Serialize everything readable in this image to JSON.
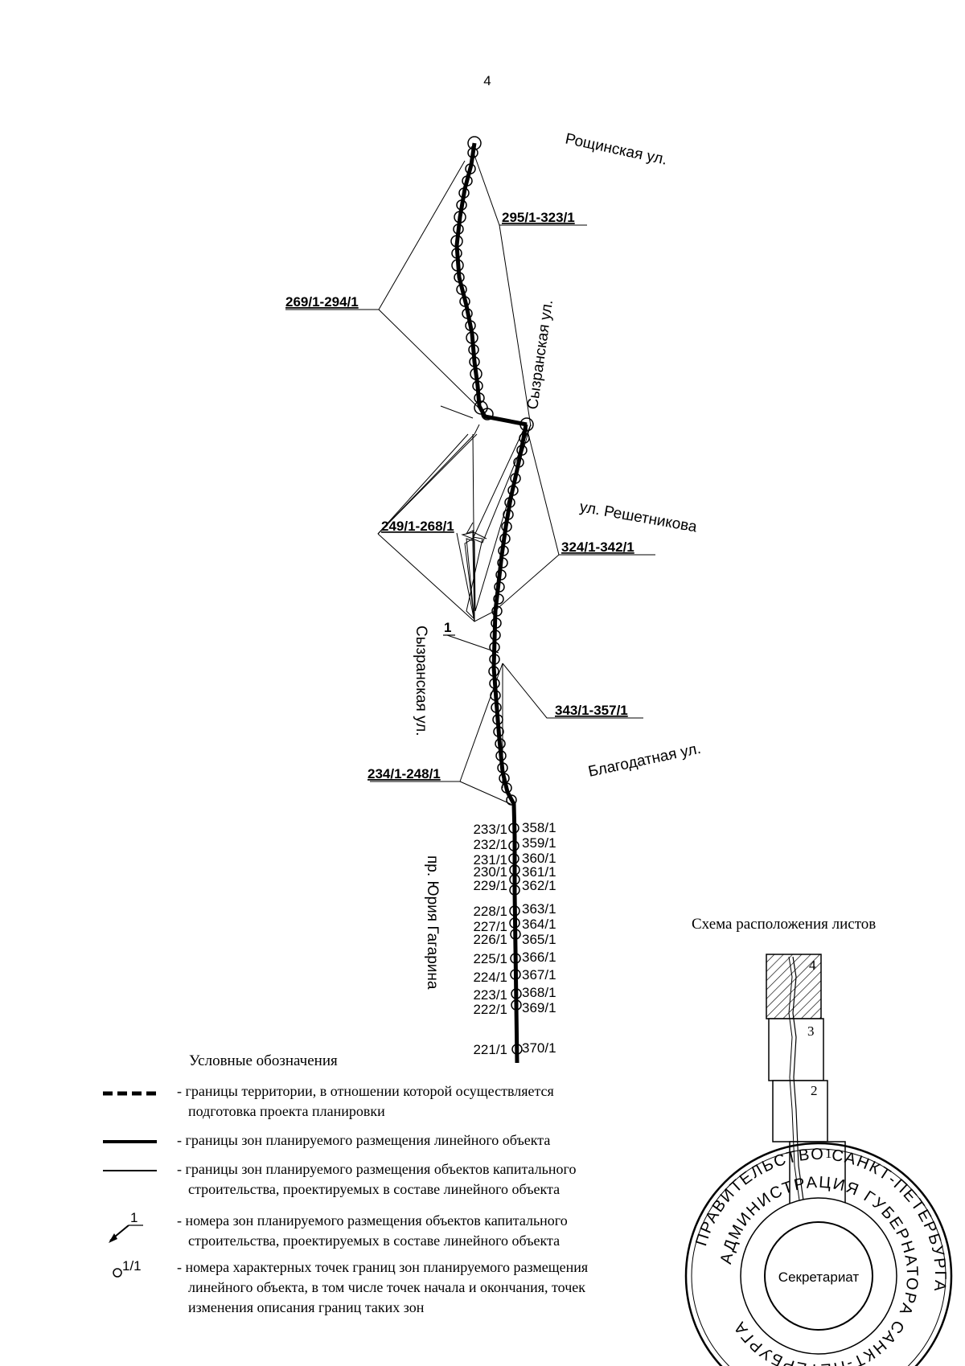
{
  "page_number": "4",
  "streets": {
    "roshchinskaya": "Рощинская ул.",
    "syzranskaya_top": "Сызранская ул.",
    "reshetnikova": "ул. Решетникова",
    "syzranskaya_mid": "Сызранская ул.",
    "blagodatnaya": "Благодатная ул.",
    "gagarina": "пр. Юрия Гагарина"
  },
  "range_labels": {
    "r1": "295/1-323/1",
    "r2": "269/1-294/1",
    "r3": "249/1-268/1",
    "r4": "324/1-342/1",
    "r5": "343/1-357/1",
    "r6": "234/1-248/1"
  },
  "zone_number": "1",
  "points_left": [
    "233/1",
    "232/1",
    "231/1",
    "230/1",
    "229/1",
    "228/1",
    "227/1",
    "226/1",
    "225/1",
    "224/1",
    "223/1",
    "222/1",
    "221/1"
  ],
  "points_right": [
    "358/1",
    "359/1",
    "360/1",
    "361/1",
    "362/1",
    "363/1",
    "364/1",
    "365/1",
    "366/1",
    "367/1",
    "368/1",
    "369/1",
    "370/1"
  ],
  "sheet_scheme": {
    "title": "Схема расположения листов",
    "sheets": [
      "4",
      "3",
      "2",
      "1"
    ]
  },
  "legend": {
    "title": "Условные обозначения",
    "items": [
      {
        "line1": "- границы территории, в отношении которой осуществляется",
        "line2": "подготовка проекта планировки"
      },
      {
        "line1": "- границы зон планируемого размещения линейного объекта",
        "line2": ""
      },
      {
        "line1": "- границы зон планируемого размещения объектов капитального",
        "line2": "строительства, проектируемых в составе линейного объекта"
      },
      {
        "line1": "- номера зон планируемого размещения  объектов капитального",
        "line2": "строительства, проектируемых в составе линейного объекта"
      },
      {
        "line1": "- номера характерных точек границ зон планируемого размещения",
        "line2": "линейного объекта, в том числе точек начала и окончания, точек",
        "line3": "изменения описания границ таких зон"
      }
    ],
    "symbol_zone": "1",
    "symbol_point": "1/1"
  },
  "stamp": {
    "center": "Секретариат",
    "outer": "ПРАВИТЕЛЬСТВО САНКТ-ПЕТЕРБУРГА",
    "inner": "АДМИНИСТРАЦИЯ ГУБЕРНАТОРА САНКТ-ПЕТЕРБУРГА"
  }
}
